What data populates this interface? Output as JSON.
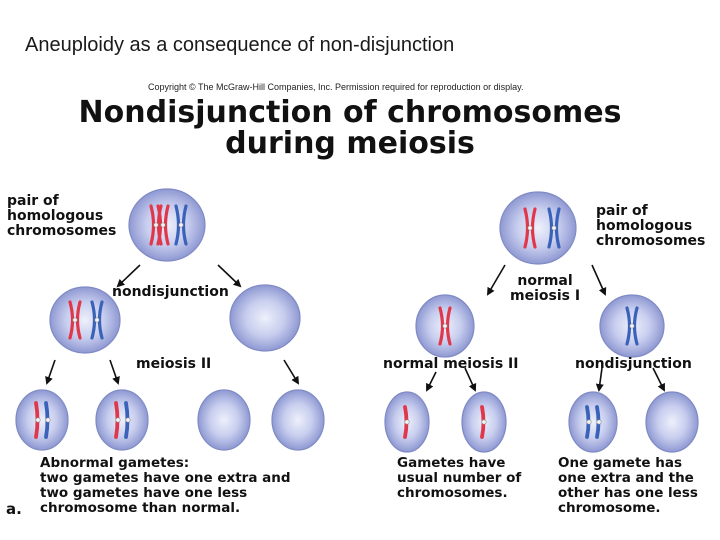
{
  "slide_title": "Aneuploidy as a consequence of non-disjunction",
  "copyright": "Copyright © The McGraw-Hill Companies, Inc. Permission required for reproduction or display.",
  "figure": {
    "title_line1": "Nondisjunction of chromosomes",
    "title_line2": "during meiosis",
    "panel_a": {
      "panel_letter": "a.",
      "parent_label": [
        "pair of",
        "homologous",
        "chromosomes"
      ],
      "meiosis1_label": "nondisjunction",
      "meiosis2_label": "meiosis II",
      "caption": [
        "Abnormal gametes:",
        "two gametes have one extra and",
        "two gametes have one less",
        "chromosome than normal."
      ]
    },
    "panel_b": {
      "parent_label": [
        "pair of",
        "homologous",
        "chromosomes"
      ],
      "meiosis1_label": [
        "normal",
        "meiosis I"
      ],
      "meiosis2_left_label": "normal meiosis II",
      "meiosis2_right_label": "nondisjunction",
      "caption_left": [
        "Gametes have",
        "usual number of",
        "chromosomes."
      ],
      "caption_right": [
        "One gamete has",
        "one extra and the",
        "other has one less",
        "chromosome."
      ]
    }
  },
  "colors": {
    "cell_fill": "#c6cdee",
    "cell_edge": "#7f8ac4",
    "red_chromosome": "#e0384a",
    "blue_chromosome": "#3a62b8",
    "text": "#111111"
  }
}
